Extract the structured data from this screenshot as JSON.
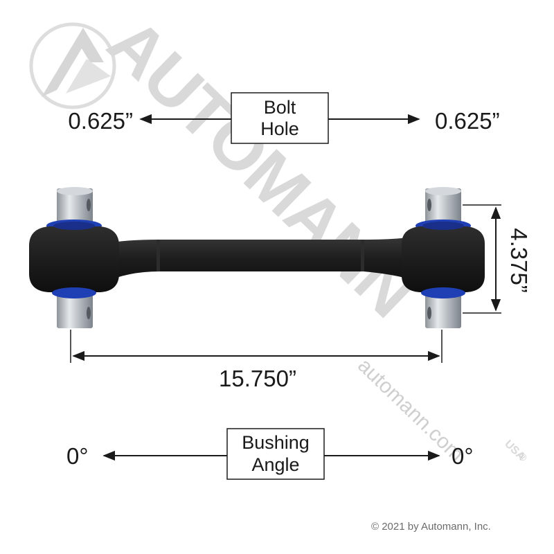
{
  "watermark": {
    "brand": "AUTOMANN",
    "usa_mark": "USA",
    "registered_mark": "®",
    "website": "automann.com"
  },
  "bolt_hole": {
    "label_line1": "Bolt",
    "label_line2": "Hole",
    "left_value": "0.625”",
    "right_value": "0.625”"
  },
  "height_dimension": {
    "value": "4.375”"
  },
  "length_dimension": {
    "value": "15.750”"
  },
  "bushing_angle": {
    "label_line1": "Bushing",
    "label_line2": "Angle",
    "left_value": "0°",
    "right_value": "0°"
  },
  "copyright": "© 2021 by Automann, Inc.",
  "colors": {
    "arm_body": "#1c1c1c",
    "bushing_blue": "#1f3fb5",
    "pin_gray": "#b9bec3",
    "watermark_gray": "#d9d9d9",
    "line_dark": "#1a1a1a"
  }
}
